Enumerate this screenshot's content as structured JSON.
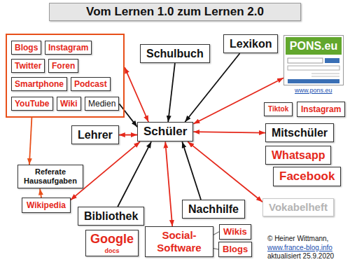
{
  "diagram": {
    "title": "Vom Lernen 1.0 zum Lernen 2.0",
    "nodes": [
      {
        "text": []
      },
      {
        "text": [
          "Blogs"
        ],
        "in": 0
      },
      {
        "text": [
          "Instagram"
        ],
        "in": 0
      },
      {
        "text": [
          "Twitter"
        ],
        "in": 0
      },
      {
        "text": [
          "Foren"
        ],
        "in": 0
      },
      {
        "text": [
          "Smartphone"
        ],
        "in": 0
      },
      {
        "text": [
          "Podcast"
        ],
        "in": 0
      },
      {
        "text": [
          "YouTube"
        ],
        "in": 0
      },
      {
        "text": [
          "Wiki"
        ],
        "in": 0
      },
      {
        "text": [
          "Medien"
        ],
        "in": 0
      },
      {
        "text": [
          "Schulbuch"
        ]
      },
      {
        "text": [
          "Lexikon"
        ]
      },
      {
        "text": [
          "PONS.eu"
        ]
      },
      {
        "text": [
          "Tiktok"
        ]
      },
      {
        "text": [
          "Instagram"
        ]
      },
      {
        "text": [
          "Lehrer"
        ]
      },
      {
        "text": [
          "Schüler"
        ]
      },
      {
        "text": [
          "Mitschüler"
        ]
      },
      {
        "text": [
          "Referate Hausaufgaben"
        ]
      },
      {
        "text": [
          "Whatsapp"
        ]
      },
      {
        "text": [
          "Facebook"
        ]
      },
      {
        "text": [
          "Wikipedia"
        ]
      },
      {
        "text": [
          "Bibliothek"
        ]
      },
      {
        "text": [
          "Nachhilfe"
        ]
      },
      {
        "text": [
          "Vokabelheft"
        ]
      },
      {
        "text": [
          "Google",
          "docs"
        ]
      },
      {
        "text": [
          "Social-Software"
        ]
      },
      {
        "text": [
          "Wikis"
        ]
      },
      {
        "text": [
          "Blogs"
        ]
      }
    ],
    "edges": [
      {
        "from": 0,
        "to": 16,
        "arrow": "both"
      },
      {
        "from": 9,
        "to": 16,
        "arrow": "to"
      },
      {
        "from": 0,
        "to": 18,
        "arrow": "to"
      },
      {
        "from": 21,
        "to": 18,
        "arrow": "to"
      },
      {
        "from": 10,
        "to": 16,
        "arrow": "to"
      },
      {
        "from": 11,
        "to": 16,
        "arrow": "to"
      },
      {
        "from": 12,
        "to": 16,
        "arrow": "both"
      },
      {
        "from": 15,
        "to": 16,
        "arrow": "both"
      },
      {
        "from": 16,
        "to": 17,
        "arrow": "both"
      },
      {
        "from": 16,
        "to": 24,
        "arrow": "both"
      },
      {
        "from": 21,
        "to": 16,
        "arrow": "both"
      },
      {
        "from": 22,
        "to": 16,
        "arrow": "to"
      },
      {
        "from": 23,
        "to": 16,
        "arrow": "to"
      },
      {
        "from": 26,
        "to": 16,
        "arrow": "both"
      },
      {
        "from": 26,
        "to": 27,
        "arrow": "none"
      },
      {
        "from": 26,
        "to": 28,
        "arrow": "none"
      }
    ],
    "labels": [
      "www.pons.eu",
      "© Heiner Wittmann,",
      "www.france-blog.info",
      "aktualisiert 25.9.2020"
    ]
  }
}
